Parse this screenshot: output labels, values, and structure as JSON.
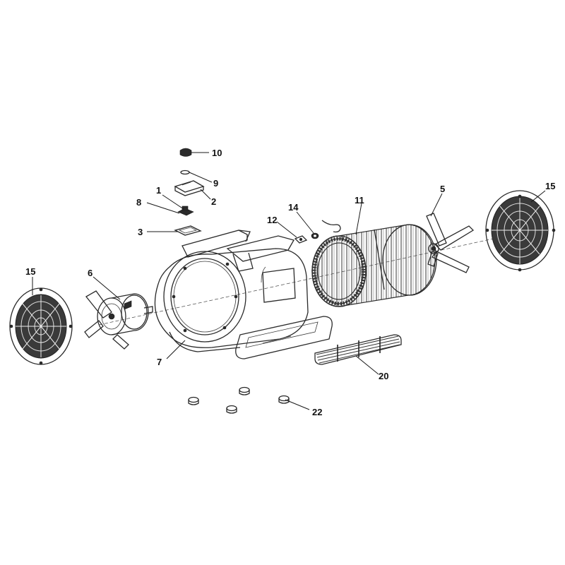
{
  "callouts": [
    {
      "id": "p10",
      "text": "10"
    },
    {
      "id": "p9",
      "text": "9"
    },
    {
      "id": "p1",
      "text": "1"
    },
    {
      "id": "p2",
      "text": "2"
    },
    {
      "id": "p8",
      "text": "8"
    },
    {
      "id": "p3",
      "text": "3"
    },
    {
      "id": "p12",
      "text": "12"
    },
    {
      "id": "p14",
      "text": "14"
    },
    {
      "id": "p11",
      "text": "11"
    },
    {
      "id": "p5",
      "text": "5"
    },
    {
      "id": "p15r",
      "text": "15"
    },
    {
      "id": "p15l",
      "text": "15"
    },
    {
      "id": "p6",
      "text": "6"
    },
    {
      "id": "p7",
      "text": "7"
    },
    {
      "id": "p20",
      "text": "20"
    },
    {
      "id": "p22",
      "text": "22"
    }
  ]
}
